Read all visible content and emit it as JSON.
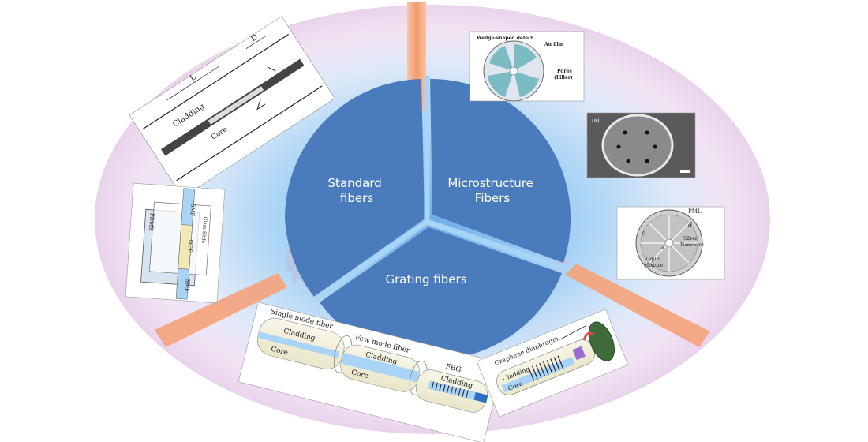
{
  "colors": {
    "sector_fill": "#4a7bbd",
    "arrow_fill": "#b7c7e4",
    "bar_color": "#f5a97a",
    "ellipse_outer": "#f4e6f4",
    "ellipse_inner": "#b8dcf6"
  },
  "sectors": [
    {
      "label_lines": [
        "Standard",
        "fibers"
      ]
    },
    {
      "label_lines": [
        "Microstructure",
        "Fibers"
      ]
    },
    {
      "label_lines": [
        "Grating fibers"
      ]
    }
  ],
  "insets": {
    "standard_top": {
      "labels": {
        "d": "D",
        "l": "L",
        "cladding": "Cladding",
        "core": "Core"
      }
    },
    "standard_sms": {
      "labels": {
        "smf_top": "SMF",
        "smf_bottom": "SMF",
        "ncf": "NCF",
        "pdms": "PDMS",
        "glass": "Glass Slide"
      }
    },
    "micro_fan": {
      "labels": {
        "defect": "Wedge-shaped defect",
        "au": "Au film",
        "pores": "Pores",
        "filler": "(Filler)"
      }
    },
    "micro_photo": {
      "labels": {
        "panel": "(a)"
      }
    },
    "micro_pml": {
      "labels": {
        "pml": "PML",
        "d": "d",
        "c": "c",
        "a": "a",
        "silver": "Silver",
        "nanowire": "Nanowire",
        "liquid": "Liquid",
        "mixture": "Mixture"
      }
    },
    "grating_fbg": {
      "labels": {
        "smf": "Single mode fiber",
        "fmf": "Few mode fiber",
        "fbg": "FBG",
        "cladding1": "Cladding",
        "cladding2": "Cladding",
        "cladding3": "Cladding",
        "core1": "Core",
        "core2": "Core"
      }
    },
    "grating_graphene": {
      "labels": {
        "graphene": "Graphene diaphragm",
        "cladding": "Cladding",
        "core": "Core"
      }
    }
  }
}
